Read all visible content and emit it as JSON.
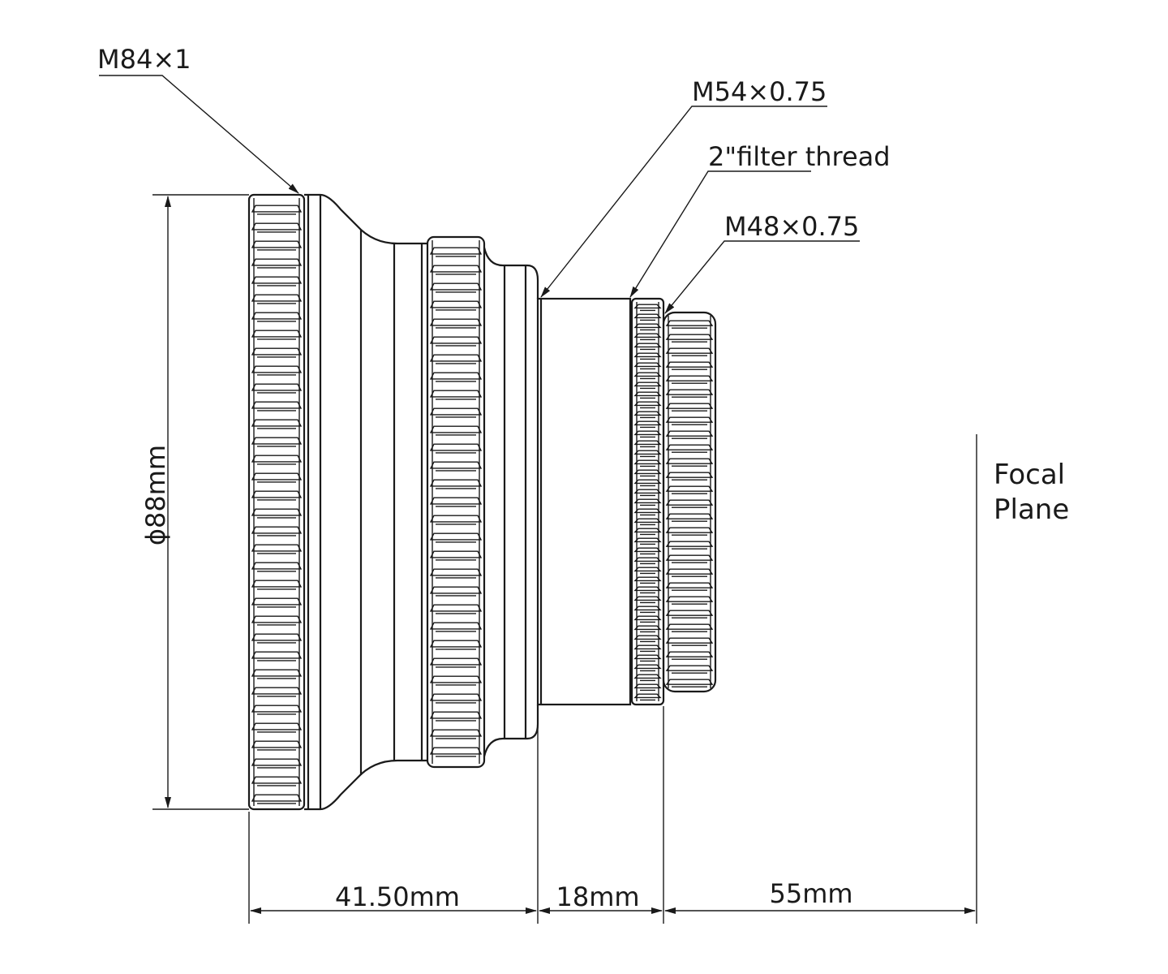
{
  "callouts": {
    "m84": "M84×1",
    "m54": "M54×0.75",
    "filter": "2\"filter thread",
    "m48": "M48×0.75"
  },
  "dimensions": {
    "diameter": "ϕ88mm",
    "d1": "41.50mm",
    "d2": "18mm",
    "d3": "55mm"
  },
  "focal_plane": {
    "line1": "Focal",
    "line2": "Plane"
  },
  "colors": {
    "ink": "#1a1a1a",
    "background": "#ffffff"
  }
}
